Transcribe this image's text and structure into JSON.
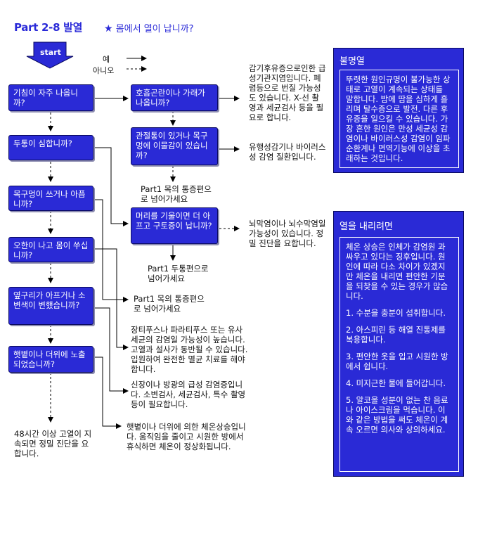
{
  "header": {
    "title": "Part 2-8 발열",
    "subtitle_star": "★",
    "subtitle": "몸에서 열이 납니까?"
  },
  "legend": {
    "yes": "예",
    "no": "아니오"
  },
  "start_label": "start",
  "left_questions": [
    "기침이 자주 나옵니까?",
    "두통이 심합니까?",
    "목구멍이 쓰거나 아픕니까?",
    "오한이 나고 몸이 쑤십니까?",
    "옆구리가 아프거나 소변색이 변했습니까?",
    "햇볕이나 더위에 노출되었습니까?"
  ],
  "left_final": "48시간 이상 고열이 지속되면 정밀 진단을 요합니다.",
  "mid_questions": [
    "호흡곤란이나 가래가 나옵니까?",
    "관절통이 있거나 목구멍에 이물감이 있습니까?",
    "머리를 기울이면 더 아프고 구토증이 납니까?"
  ],
  "mid_notes": [
    "Part1 목의 통증편으로 넘어가세요",
    "Part1 두통편으로 넘어가세요",
    "Part1 목의 통증편으로 넘어가세요"
  ],
  "results": [
    "감기후유증으로인한 급성기관지염입니다. 폐렴등으로 번질 가능성도 있습니다. X-선 촬영과 세균검사 등을 필요로 합니다.",
    "유행성감기나 바이러스성 감염 질환입니다.",
    "뇌막염이나 뇌수막염일 가능성이 있습니다. 정밀 진단을 요합니다.",
    "장티푸스나 파라티푸스 또는 유사 세균의 감염일 가능성이 높습니다. 고열과 설사가 동반될 수 있습니다.입원하여 완전한 멸균 치료를 해야 합니다.",
    "신장이나 방광의 급성 감염증입니다. 소변검사, 세균검사, 특수 촬영 등이 필요합니다.",
    "햇볕이나 더위에 의한 체온상승입니다. 움직임을 줄이고 시원한 방에서 휴식하면 체온이 정상화됩니다."
  ],
  "panel_unknown": {
    "title": "불명열",
    "body": "뚜렷한 원인규명이 불가능한 상태로 고열이 계속되는 상태를 말합니다. 밤에 땀을 심하게 흘리며 탈수증으로 발전. 다른 후유증을 일으킬 수 있습니다. 가장 흔한 원인은 만성 세균성 감염이나 바이러스성 감염이 임파순환계나 면역기능에 이상을 초래하는 것입니다."
  },
  "panel_reduce": {
    "title": "열을 내리려면",
    "intro": "체온 상승은 인체가 감염원 과 싸우고 있다는 징후입니다. 원인에 따라 다소 차이가 있겠지만 체온을 내리면 편안한 기분을 되찾을 수 있는 경우가 많습니다.",
    "items": [
      "1. 수분을 충분이 섭취합니다.",
      "2. 아스피린 등 해열 진통제를 복용합니다.",
      "3. 편안한 옷을 입고 시원한 방에서 쉽니다.",
      "4. 미지근한 물에 들어갑니다.",
      "5. 알코올 성분이 없는 찬 음료나 아이스크림을 먹습니다. 이와 같은 방법을 써도 체온이 계속 오르면 의사와 상의하세요."
    ]
  },
  "colors": {
    "box": "#2a2ad6",
    "title": "#2a2ad8",
    "line": "#000000"
  }
}
